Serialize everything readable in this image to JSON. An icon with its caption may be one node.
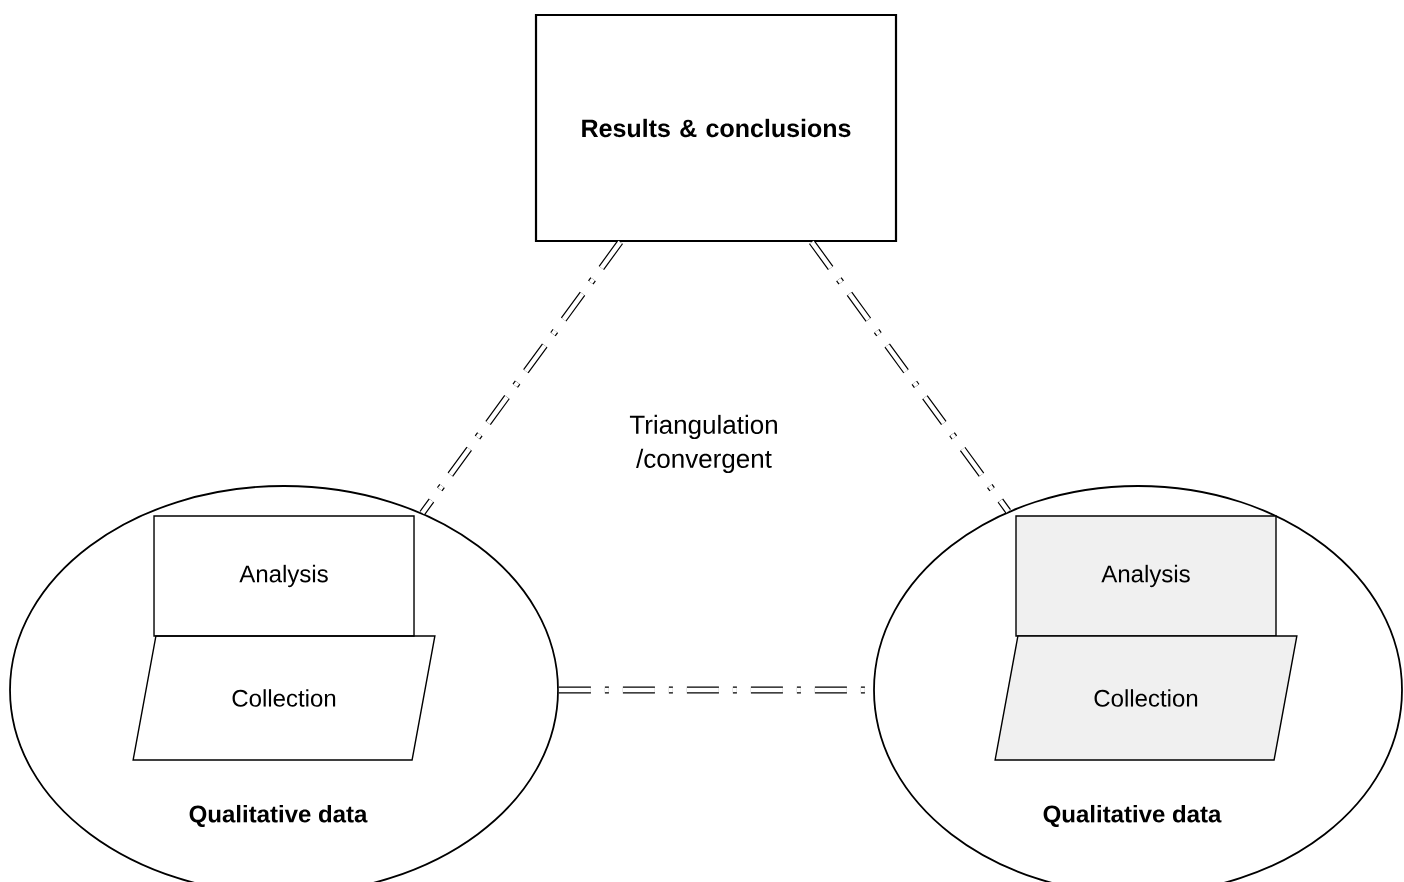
{
  "diagram": {
    "nodes": [
      {
        "text": [
          "Results & conclusions"
        ]
      },
      {
        "text": [
          "Qualitative data"
        ]
      },
      {
        "text": [
          "Analysis"
        ],
        "in": 1
      },
      {
        "text": [
          "Collection"
        ],
        "in": 1
      },
      {
        "text": [
          "Qualitative data"
        ]
      },
      {
        "text": [
          "Analysis"
        ],
        "in": 4
      },
      {
        "text": [
          "Collection"
        ],
        "in": 4
      }
    ],
    "edges": [
      {
        "from": 0,
        "to": 1,
        "arrow": "none",
        "style": "dashed"
      },
      {
        "from": 0,
        "to": 4,
        "arrow": "none",
        "style": "dashed"
      },
      {
        "from": 1,
        "to": 4,
        "arrow": "none",
        "style": "dashed"
      }
    ],
    "labels": [
      "Triangulation /convergent"
    ]
  }
}
